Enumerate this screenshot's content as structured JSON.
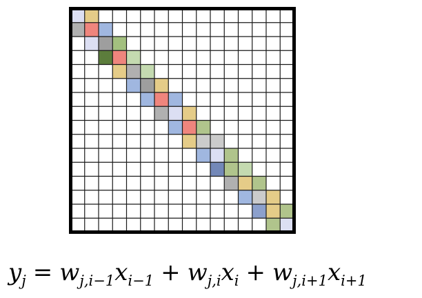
{
  "matrix": {
    "rows": 16,
    "cols": 16,
    "bands": [
      {
        "offset": -1,
        "cells": [
          "#b0b0b0",
          "#dcdff3",
          "#5c7d3c",
          "#e5cc88",
          "#a0b7e0",
          "#a0b7e0",
          "#b0b0b0",
          "#a0b7e0",
          "#e5cc88",
          "#a0b7e0",
          "#7388b8",
          "#b0b0b0",
          "#a0b7e0",
          "#8ca0cc",
          "#b0c48c"
        ]
      },
      {
        "offset": 0,
        "cells": [
          "#dcdff3",
          "#ef857d",
          "#9e9e9e",
          "#ef857d",
          "#b0b0b0",
          "#9e9e9e",
          "#ef857d",
          "#dcdff3",
          "#ef857d",
          "#cbcbcb",
          "#dcdff3",
          "#b0c48c",
          "#e5cc88",
          "#cbcbcb",
          "#e5cc88",
          "#dcdff3"
        ]
      },
      {
        "offset": 1,
        "cells": [
          "#e5cc88",
          "#a0b7e0",
          "#a3c07f",
          "#c4dab0",
          "#c4dab0",
          "#e5cc88",
          "#a0b7e0",
          "#e5cc88",
          "#b0c48c",
          "#cbcbcb",
          "#b0c48c",
          "#c4dab0",
          "#b0c48c",
          "#e5cc88",
          "#b0c48c"
        ]
      }
    ],
    "grid_color": "#1a1a1a",
    "border_color": "#000000"
  },
  "equation": {
    "y": "y",
    "y_sub": "j",
    "eq": "=",
    "w1": "w",
    "w1_sub": "j,i−1",
    "x1": "x",
    "x1_sub": "i−1",
    "plus1": "+",
    "w2": "w",
    "w2_sub": "j,i",
    "x2": "x",
    "x2_sub": "i",
    "plus2": "+",
    "w3": "w",
    "w3_sub": "j,i+1",
    "x3": "x",
    "x3_sub": "i+1"
  }
}
